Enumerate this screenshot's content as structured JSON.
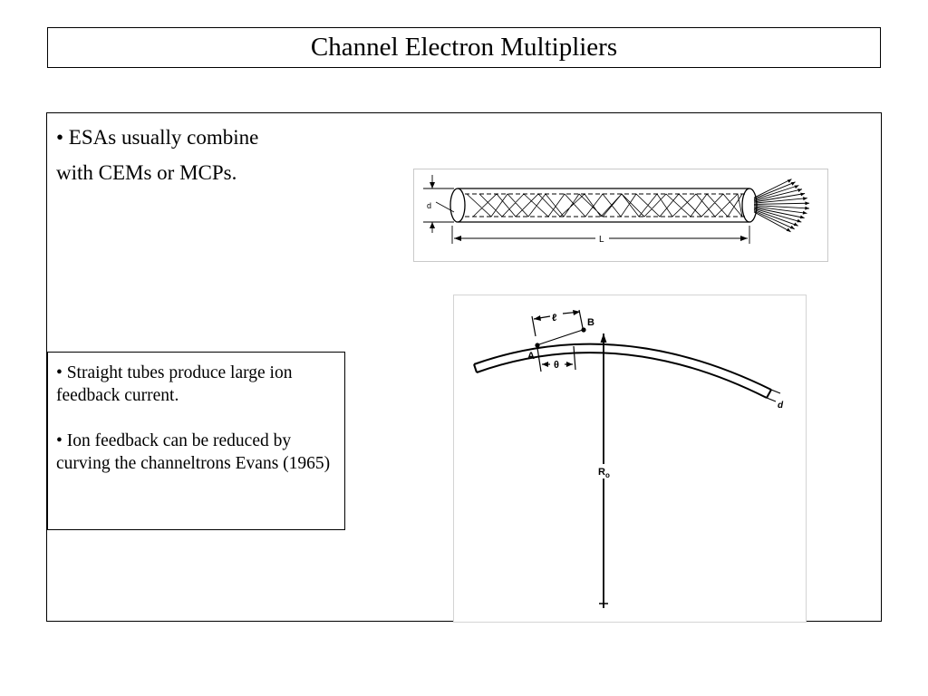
{
  "slide": {
    "title": "Channel Electron Multipliers",
    "intro_lines": [
      "• ESAs usually combine",
      "with CEMs or MCPs."
    ],
    "note": {
      "paragraph_1": "• Straight tubes produce large ion feedback current.",
      "paragraph_2": "• Ion feedback can be reduced by curving the channeltrons Evans (1965)"
    }
  },
  "figure_straight_tube": {
    "label_diameter": "d",
    "label_length": "L"
  },
  "figure_curved_tube": {
    "label_point_a": "A",
    "label_point_b": "B",
    "label_segment": "ℓ",
    "label_angle": "θ",
    "label_radius": "R",
    "label_radius_sub": "o",
    "label_diameter": "d"
  }
}
